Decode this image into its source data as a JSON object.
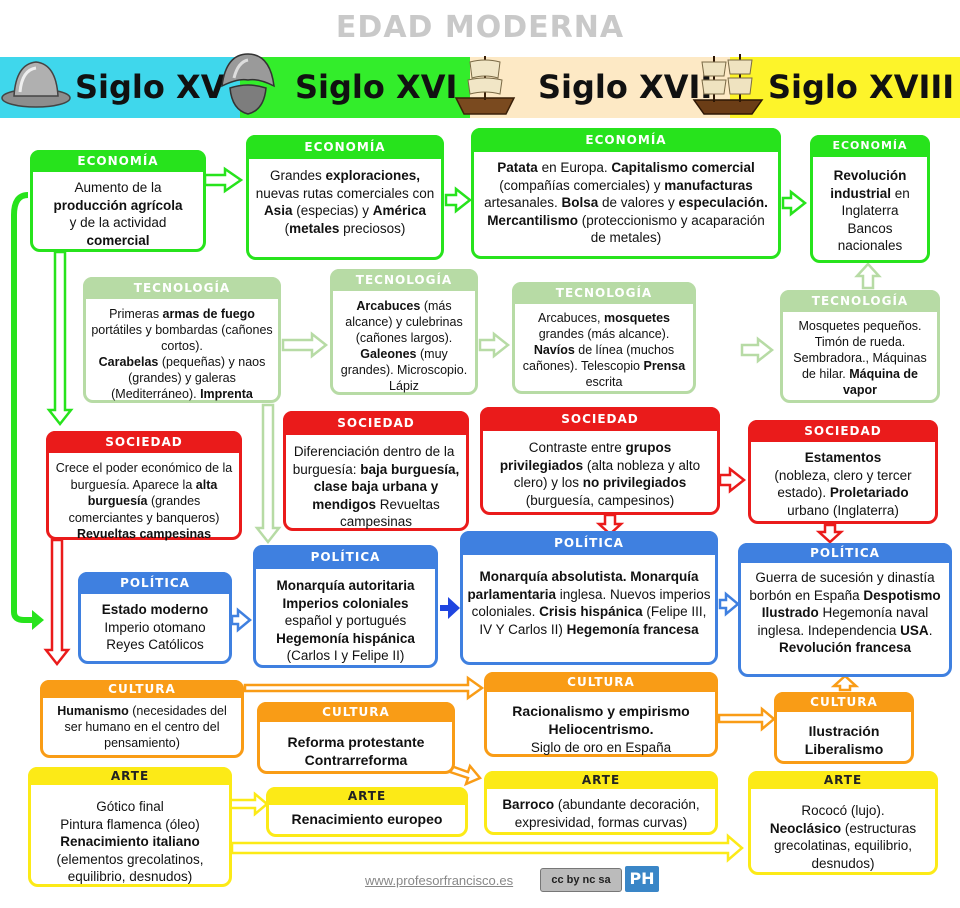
{
  "title": "EDAD MODERNA",
  "centuries": [
    "Siglo XV",
    "Siglo XVI",
    "Siglo XVII",
    "Siglo XVIII"
  ],
  "headers": {
    "economia": "ECONOMÍA",
    "tecnologia": "TECNOLOGÍA",
    "sociedad": "SOCIEDAD",
    "politica": "POLÍTICA",
    "cultura": "CULTURA",
    "arte": "ARTE"
  },
  "footer": {
    "link": "www.profesorfrancisco.es",
    "license_badge": "cc by nc sa",
    "logo": "PH"
  },
  "colors": {
    "economia": "#27e31c",
    "tecnologia": "#b7dba5",
    "sociedad": "#ea1b1b",
    "politica": "#3f80e0",
    "cultura": "#f99c16",
    "arte": "#fcea17"
  },
  "icons": [
    "helmet-icon",
    "morion-helmet-icon",
    "galleon-icon",
    "sailing-ship-icon"
  ]
}
